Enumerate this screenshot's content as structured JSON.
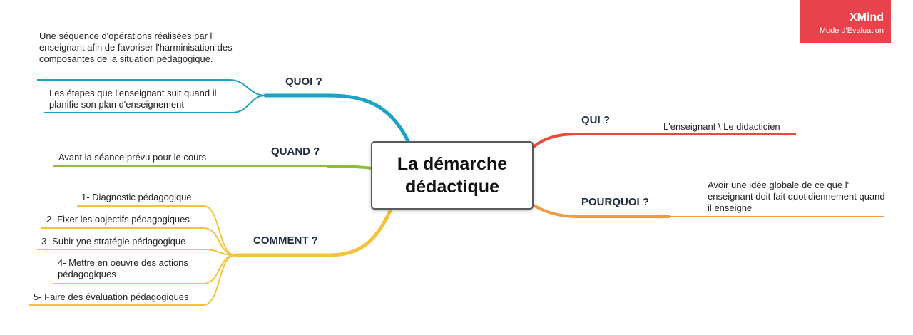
{
  "badge": {
    "title": "XMind",
    "subtitle": "Mode d'Evaluation"
  },
  "central_topic": "La démarche dédactique",
  "branches": {
    "quoi": {
      "label": "QUOI ?",
      "color": "#1ba3c6",
      "items": [
        "Une séquence d'opérations réalisées par l' enseignant afin de favoriser l'harminisation des composantes de la situation pédagogique.",
        "Les étapes que l'enseignant suit quand il planifie son plan d'enseignement"
      ]
    },
    "quand": {
      "label": "QUAND ?",
      "color": "#8cbf3f",
      "items": [
        "Avant la séance prévu pour le cours"
      ]
    },
    "comment": {
      "label": "COMMENT ?",
      "color": "#f3c33c",
      "items": [
        "1- Diagnostic pédagogique",
        "2- Fixer les objectifs pédagogiques",
        "3- Subir yne stratégie pédagogique",
        "4- Mettre en oeuvre des actions pédagogiques",
        "5- Faire des évaluation pédagogiques"
      ]
    },
    "qui": {
      "label": "QUI ?",
      "color": "#e84b3c",
      "items": [
        "L'enseignant \\ Le didacticien"
      ]
    },
    "pourquoi": {
      "label": "POURQUOI ?",
      "color": "#f39a3c",
      "items": [
        "Avoir une idée globale de ce que l' enseignant doit fait quotidiennement quand il enseigne"
      ]
    }
  }
}
